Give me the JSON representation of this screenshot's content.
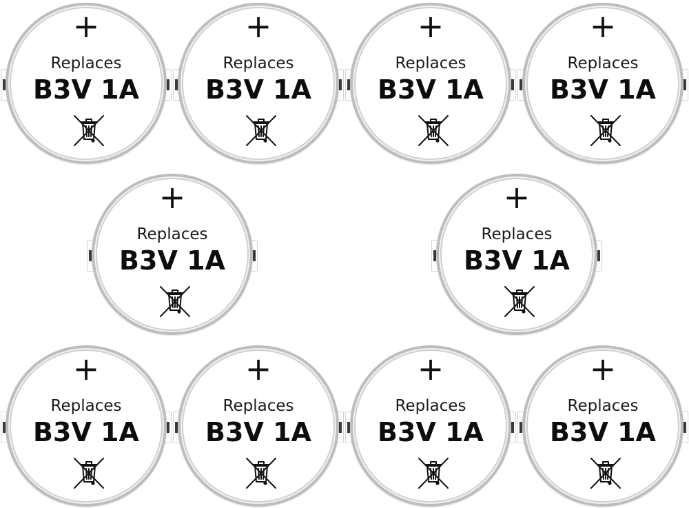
{
  "batteries": [
    {
      "plus": "+",
      "replaces": "Replaces",
      "model": "B3V 1A"
    },
    {
      "plus": "+",
      "replaces": "Replaces",
      "model": "B3V 1A"
    },
    {
      "plus": "+",
      "replaces": "Replaces",
      "model": "B3V 1A"
    },
    {
      "plus": "+",
      "replaces": "Replaces",
      "model": "B3V 1A"
    },
    {
      "plus": "+",
      "replaces": "Replaces",
      "model": "B3V 1A"
    },
    {
      "plus": "+",
      "replaces": "Replaces",
      "model": "B3V 1A"
    },
    {
      "plus": "+",
      "replaces": "Replaces",
      "model": "B3V 1A"
    },
    {
      "plus": "+",
      "replaces": "Replaces",
      "model": "B3V 1A"
    },
    {
      "plus": "+",
      "replaces": "Replaces",
      "model": "B3V 1A"
    },
    {
      "plus": "+",
      "replaces": "Replaces",
      "model": "B3V 1A"
    }
  ],
  "icons": {
    "recycle": "crossed-out-wheelie-bin-icon"
  },
  "colors": {
    "background": "#ffffff",
    "text": "#111111",
    "rim": "#bdbdbd"
  }
}
